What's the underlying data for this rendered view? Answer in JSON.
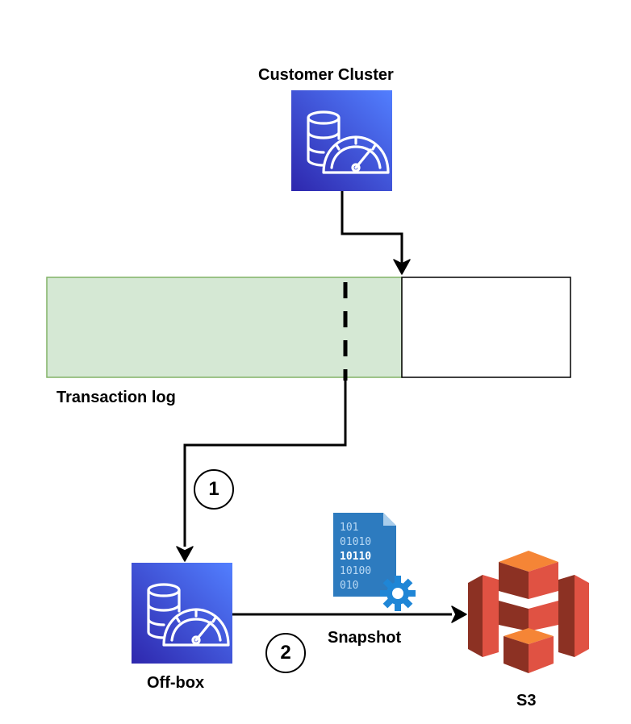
{
  "nodes": {
    "customer_cluster": {
      "label": "Customer Cluster",
      "icon": "database-gauge-icon",
      "color": "#3b48cc"
    },
    "transaction_log": {
      "label": "Transaction log",
      "fill_color": "#d5e8d4",
      "border_color": "#82b366"
    },
    "off_box": {
      "label": "Off-box",
      "icon": "database-gauge-icon",
      "color": "#3b48cc"
    },
    "s3": {
      "label": "S3",
      "icon": "s3-bucket-icon",
      "color": "#e05243"
    }
  },
  "snapshot": {
    "label": "Snapshot",
    "icon": "binary-file-gear-icon",
    "binary_rows": [
      "101",
      "01010",
      "10110",
      "10100",
      "010"
    ],
    "color": "#2d7bbf"
  },
  "steps": {
    "one": "1",
    "two": "2"
  }
}
